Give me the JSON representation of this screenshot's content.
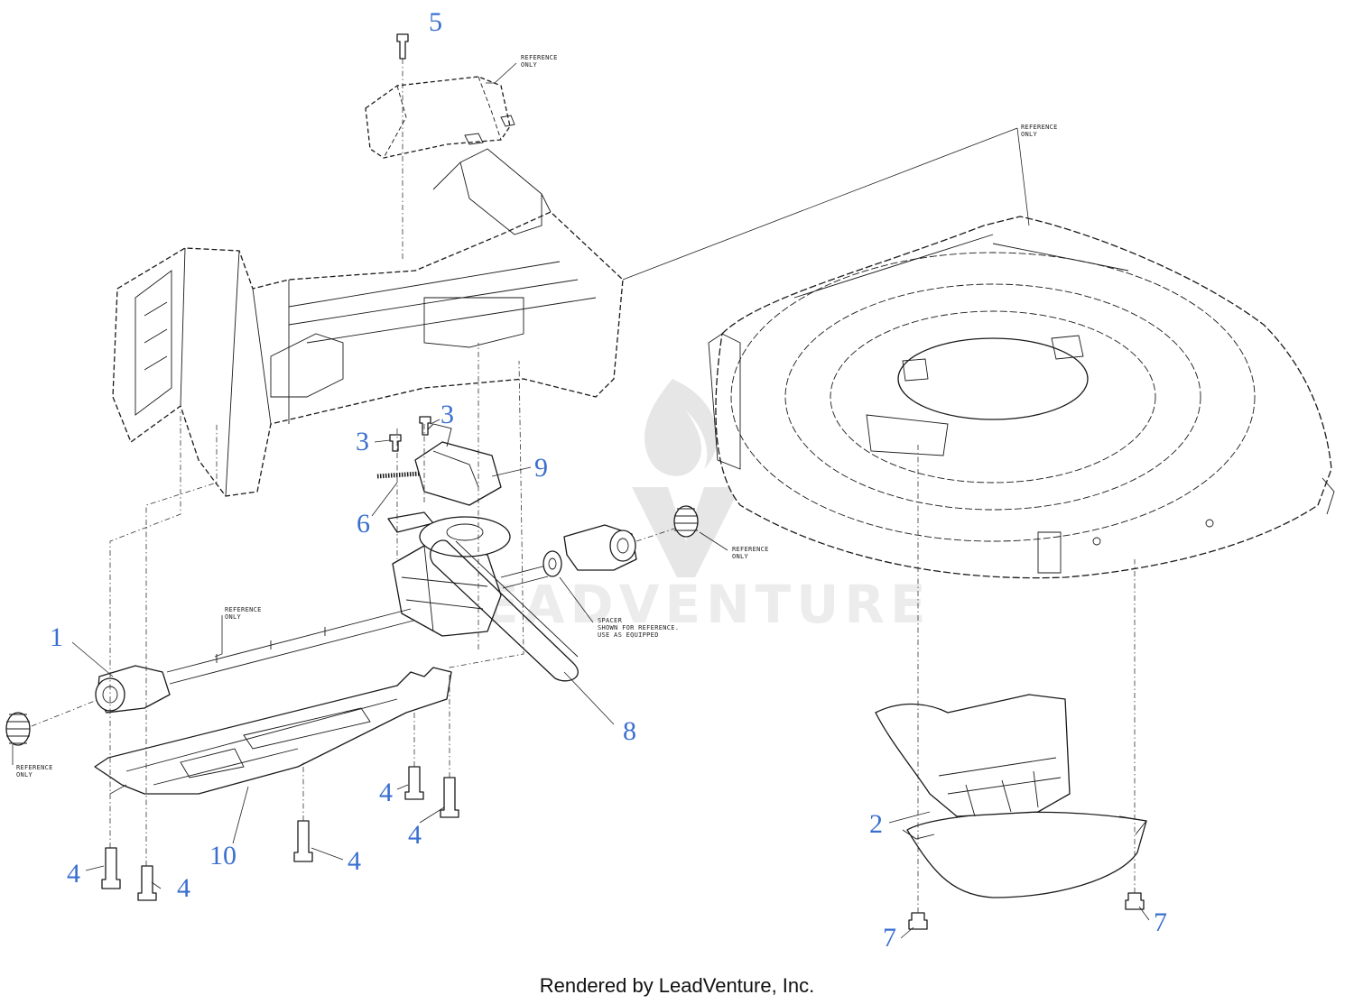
{
  "footer": "Rendered by LeadVenture, Inc.",
  "watermark": "LEADVENTURE",
  "colors": {
    "callout": "#3a6fd0",
    "line": "#1a1a1a",
    "watermark": "#e6e6e6"
  },
  "callouts": {
    "c1": "1",
    "c2": "2",
    "c3a": "3",
    "c3b": "3",
    "c4a": "4",
    "c4b": "4",
    "c4c": "4",
    "c4d": "4",
    "c4e": "4",
    "c5": "5",
    "c6": "6",
    "c7a": "7",
    "c7b": "7",
    "c8": "8",
    "c9": "9",
    "c10": "10"
  },
  "notes": {
    "reference_l1": "REFERENCE",
    "reference_l2": "ONLY",
    "spacer_l1": "SPACER",
    "spacer_l2": "SHOWN FOR REFERENCE.",
    "spacer_l3": "USE AS EQUIPPED"
  }
}
